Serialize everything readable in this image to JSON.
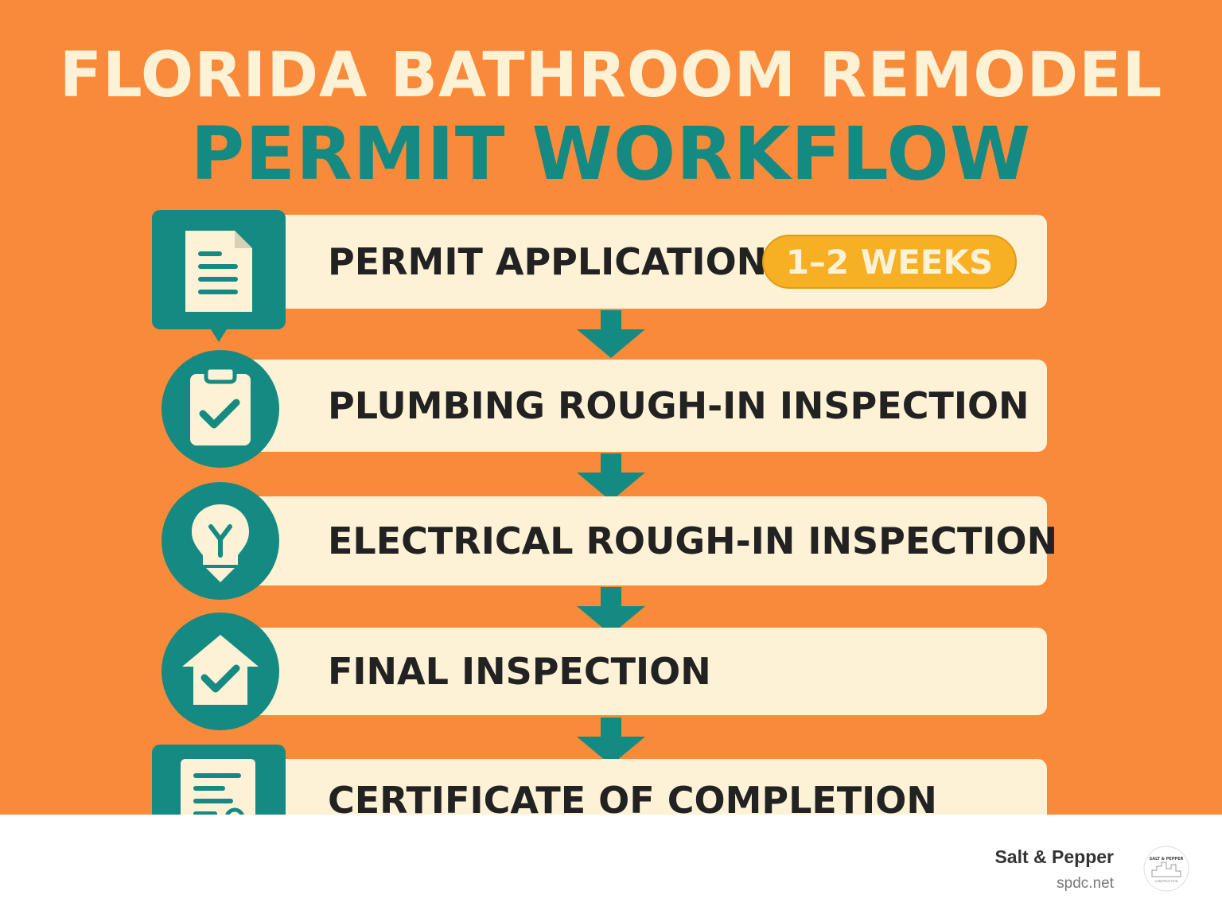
{
  "title": {
    "line1": "FLORIDA BATHROOM REMODEL",
    "line2": "PERMIT WORKFLOW"
  },
  "steps": [
    {
      "label": "PERMIT APPLICATION",
      "duration": "1–2 WEEKS",
      "icon": "document-icon"
    },
    {
      "label": "PLUMBING ROUGH-IN INSPECTION",
      "icon": "clipboard-check-icon"
    },
    {
      "label": "ELECTRICAL ROUGH-IN INSPECTION",
      "icon": "lightbulb-icon"
    },
    {
      "label": "FINAL INSPECTION",
      "icon": "house-check-icon"
    },
    {
      "label": "CERTIFICATE OF COMPLETION",
      "icon": "certificate-icon"
    }
  ],
  "footer": {
    "brand": "Salt & Pepper",
    "url": "spdc.net",
    "logo_text": "SALT & PEPPER",
    "logo_subtext": "CONSTRUCTION"
  },
  "colors": {
    "background": "#f98a3a",
    "teal": "#158a82",
    "cream": "#fdf1d6",
    "badge": "#f7b024",
    "text": "#222222"
  }
}
